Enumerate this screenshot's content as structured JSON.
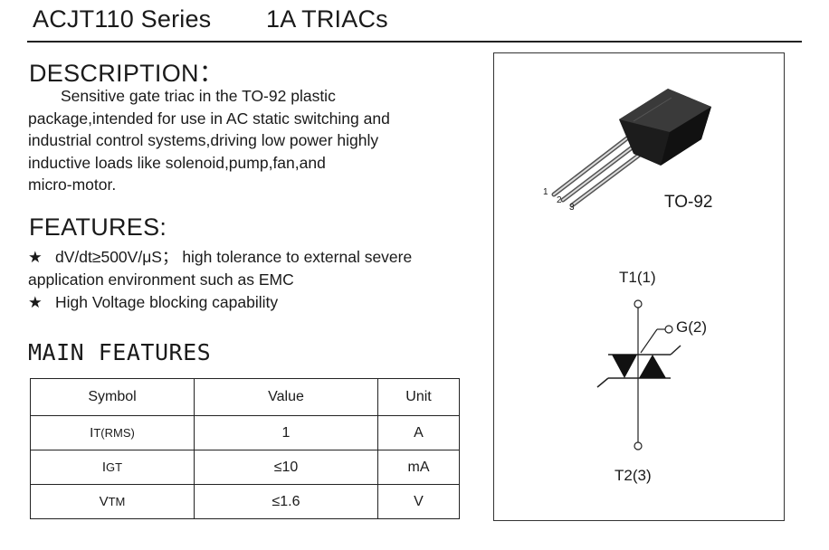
{
  "header": {
    "series": "ACJT110 Series",
    "subtitle": "1A TRIACs"
  },
  "description": {
    "heading": "DESCRIPTION：",
    "lines": [
      "Sensitive gate triac in the TO-92 plastic",
      "package,intended for use in AC static switching and",
      "industrial control systems,driving low power highly",
      "inductive loads like solenoid,pump,fan,and",
      "micro-motor."
    ]
  },
  "features": {
    "heading": "FEATURES:",
    "bullet": "★",
    "items": [
      {
        "lines": [
          "dV/dt≥500V/μS； high tolerance to external severe",
          "application environment such as EMC"
        ]
      },
      {
        "lines": [
          "High Voltage blocking capability"
        ]
      }
    ]
  },
  "main_features": {
    "heading": "MAIN FEATURES",
    "columns": [
      "Symbol",
      "Value",
      "Unit"
    ],
    "rows": [
      {
        "symbol_main": "I",
        "symbol_sub": "T(RMS)",
        "value": "1",
        "unit": "A"
      },
      {
        "symbol_main": "I",
        "symbol_sub": "GT",
        "value": "≤10",
        "unit": "mA"
      },
      {
        "symbol_main": "V",
        "symbol_sub": "TM",
        "value": "≤1.6",
        "unit": "V"
      }
    ]
  },
  "package": {
    "name": "TO-92",
    "pins": [
      "1",
      "2",
      "3"
    ]
  },
  "schematic": {
    "terminal_top": "T1(1)",
    "gate": "G(2)",
    "terminal_bottom": "T2(3)"
  }
}
